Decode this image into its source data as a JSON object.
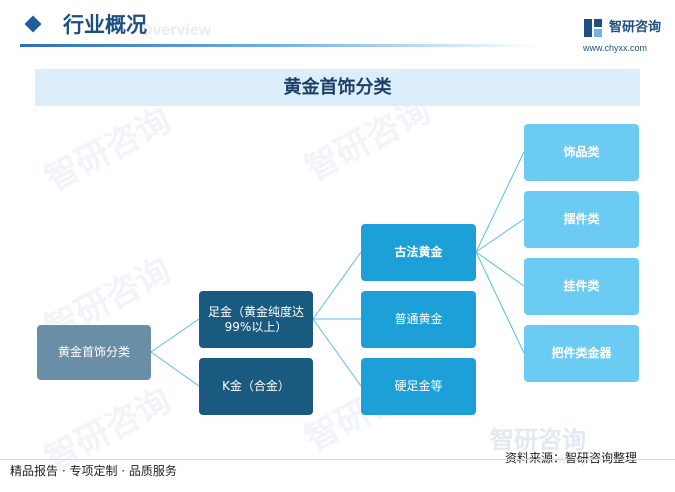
{
  "header": {
    "title": "行业概况",
    "subtitle_en": "Overview",
    "logo_name": "智研咨询",
    "logo_url": "www.chyxx.com",
    "accent_color": "#1f5d9c"
  },
  "banner": {
    "title": "黄金首饰分类"
  },
  "diagram": {
    "root": "黄金首饰分类",
    "level1": [
      "足金（黄金纯度达99%以上）",
      "K金（合金）"
    ],
    "level2": [
      "古法黄金",
      "普通黄金",
      "硬足金等"
    ],
    "level3": [
      "饰品类",
      "摆件类",
      "挂件类",
      "把件类金器"
    ],
    "colors": {
      "root": "#6a8ea6",
      "level1": "#1a5a80",
      "level2": "#1d9fd8",
      "level3": "#6ccbf2",
      "connector": "#5bbde6"
    }
  },
  "watermark": {
    "text": "智研咨询",
    "logo_url": "www.chyxx.com"
  },
  "footer": {
    "left": "精品报告 · 专项定制 · 品质服务",
    "source": "资料来源：智研咨询整理"
  }
}
